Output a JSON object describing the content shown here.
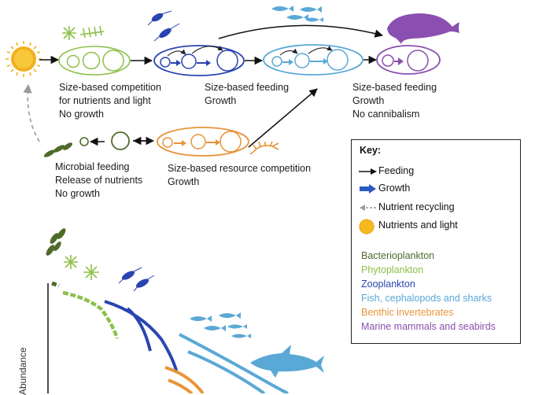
{
  "colors": {
    "bacterio": "#4e6b2a",
    "phyto": "#8dc04a",
    "zoo": "#2a45b0",
    "fish": "#5aa8d6",
    "benthic": "#e8943a",
    "mammal": "#8a4fb0",
    "sun": "#f2b01e",
    "recycle": "#9a9a9a"
  },
  "food_web": {
    "phyto_group": {
      "lines": [
        "Size-based competition",
        "for nutrients and light",
        "No growth"
      ]
    },
    "zoo_group": {
      "lines": [
        "Size-based feeding",
        "Growth"
      ]
    },
    "mammal_group": {
      "lines": [
        "Size-based feeding",
        "Growth",
        "No cannibalism"
      ]
    },
    "microbial_group": {
      "lines": [
        "Microbial feeding",
        "Release of nutrients",
        "No growth"
      ]
    },
    "benthic_group": {
      "lines": [
        "Size-based resource competition",
        "Growth"
      ]
    }
  },
  "key": {
    "title": "Key:",
    "symbols": [
      {
        "label": "Feeding",
        "icon": "black-arrow-icon"
      },
      {
        "label": "Growth",
        "icon": "blue-block-arrow-icon"
      },
      {
        "label": "Nutrient recycling",
        "icon": "dashed-grey-arrow-icon"
      },
      {
        "label": "Nutrients and light",
        "icon": "sun-icon"
      }
    ],
    "categories": [
      {
        "label": "Bacterioplankton",
        "color": "#4e6b2a"
      },
      {
        "label": "Phytoplankton",
        "color": "#8dc04a"
      },
      {
        "label": "Zooplankton",
        "color": "#2a45b0"
      },
      {
        "label": "Fish, cephalopods and sharks",
        "color": "#5aa8d6"
      },
      {
        "label": "Benthic invertebrates",
        "color": "#e8943a"
      },
      {
        "label": "Marine mammals and seabirds",
        "color": "#8a4fb0"
      }
    ]
  },
  "spectrum": {
    "ylabel": "Abundance"
  }
}
